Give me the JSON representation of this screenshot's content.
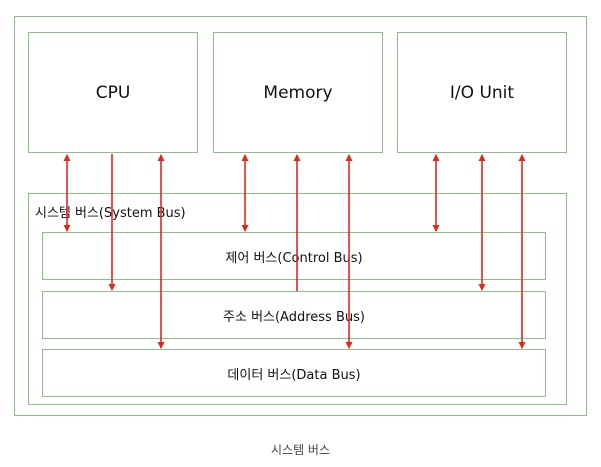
{
  "units": {
    "cpu": "CPU",
    "memory": "Memory",
    "io": "I/O Unit"
  },
  "system_bus": {
    "label": "시스템 버스(System Bus)",
    "control": "제어 버스(Control Bus)",
    "address": "주소 버스(Address Bus)",
    "data": "데이터 버스(Data Bus)"
  },
  "caption": "시스템 버스",
  "colors": {
    "box_border": "#8cc084",
    "arrow": "#e0281e"
  }
}
